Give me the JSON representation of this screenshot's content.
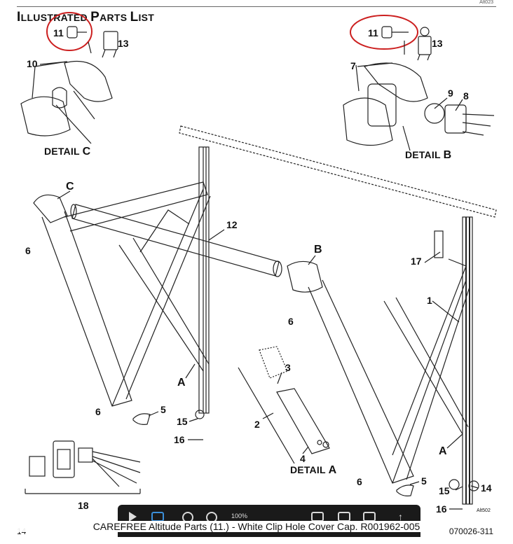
{
  "header": {
    "title_main": "I",
    "title_rest1": "LLUSTRATED ",
    "title_p": "P",
    "title_rest2": "ARTS ",
    "title_l": "L",
    "title_rest3": "IST",
    "corner_code": "Alt023"
  },
  "callouts": {
    "c11_left": "11",
    "c13_left": "13",
    "c10": "10",
    "c11_right": "11",
    "c13_right": "13",
    "c7": "7",
    "c9": "9",
    "c8": "8",
    "cC": "C",
    "c12": "12",
    "cB": "B",
    "c17": "17",
    "c1": "1",
    "c6_left": "6",
    "c6_mid": "6",
    "c6_bottom_left": "6",
    "c6_bottom_right": "6",
    "cA_left": "A",
    "cA_right": "A",
    "c5_left": "5",
    "c5_right": "5",
    "c15_left": "15",
    "c16_left": "16",
    "c3": "3",
    "c2": "2",
    "c4": "4",
    "c18": "18",
    "c15_right": "15",
    "c14": "14",
    "c16_right": "16",
    "alt_code": "Alt502"
  },
  "details": {
    "detail_c_word": "DETAIL",
    "detail_c_letter": "C",
    "detail_b_word": "DETAIL",
    "detail_b_letter": "B",
    "detail_a_word": "DETAIL",
    "detail_a_letter": "A"
  },
  "footer": {
    "page_number": "14",
    "doc_number": "070026-311",
    "caption": "CAREFREE Altitude Parts (11.) - White Clip Hole Cover Cap. R001962-005"
  },
  "viewer_toolbar": {
    "zoom_text": "100%"
  },
  "colors": {
    "highlight_circle": "#cc1f1f",
    "line": "#222222",
    "toolbar_bg": "#1a1a1a"
  }
}
